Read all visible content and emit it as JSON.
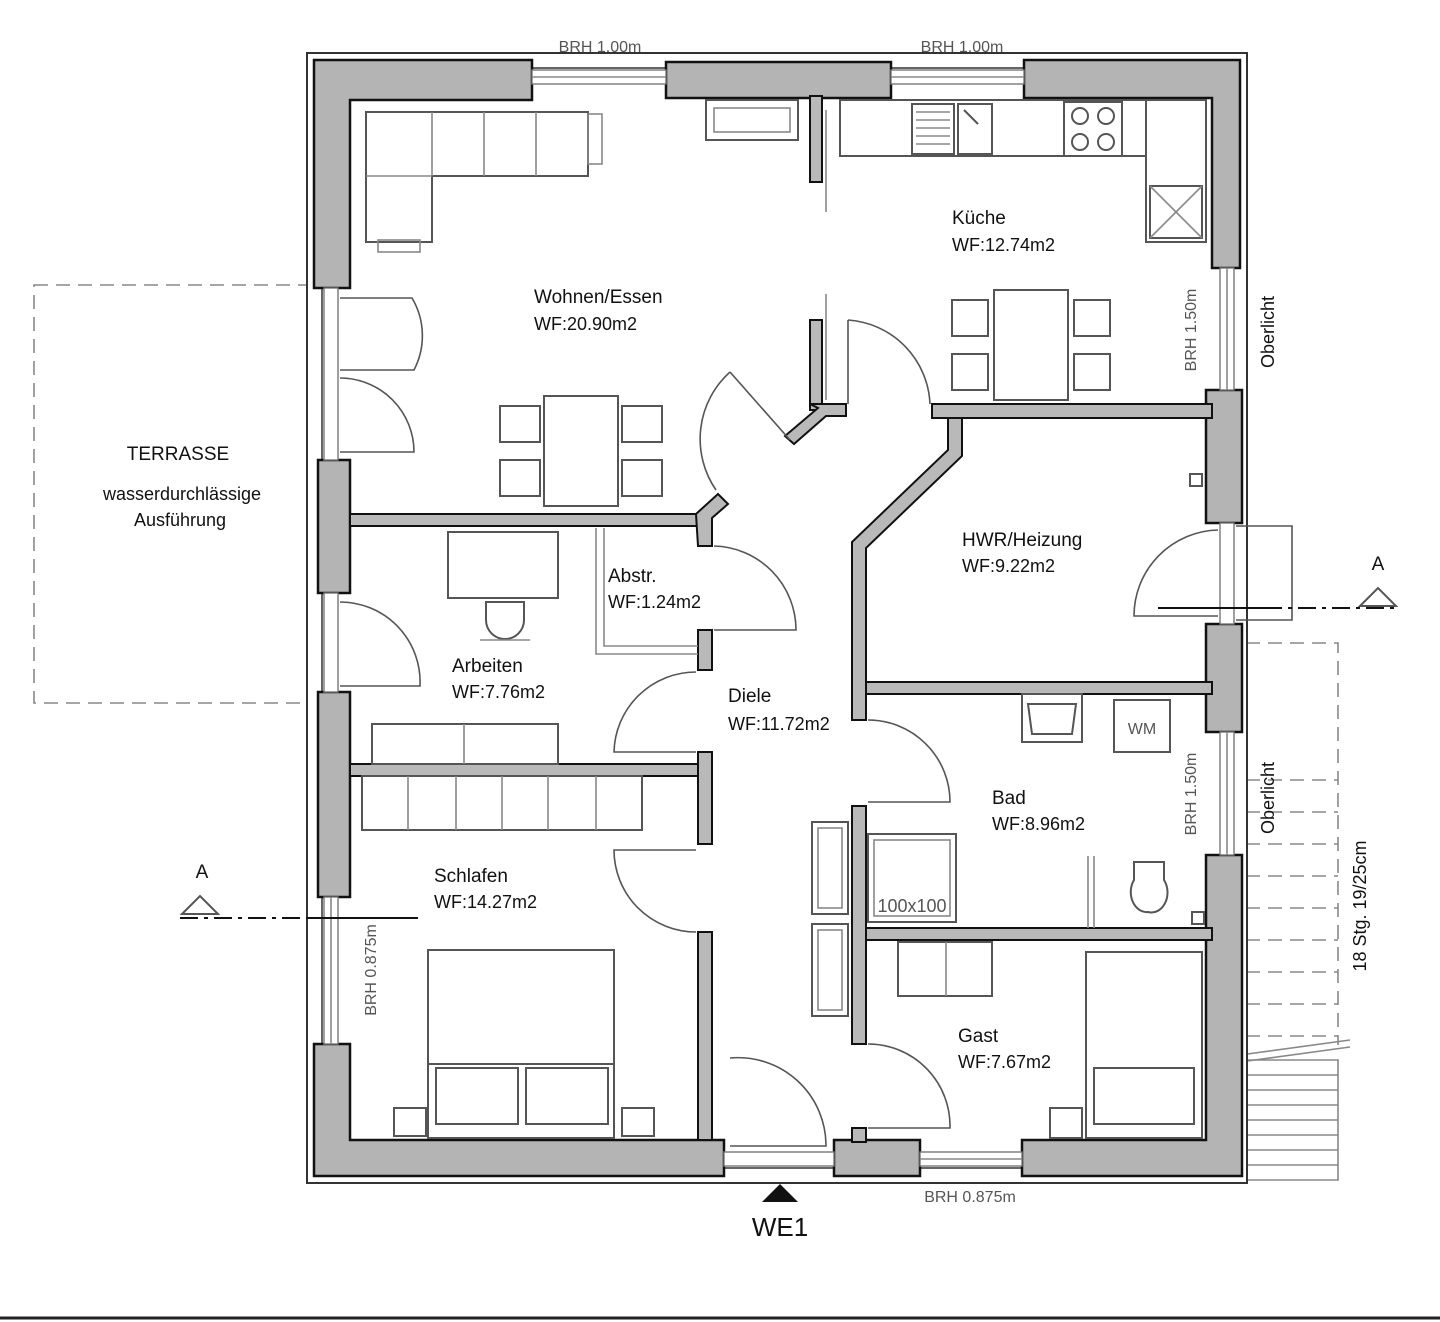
{
  "plan": {
    "rooms": [
      {
        "name": "Wohnen/Essen",
        "area": "WF:20.90m2"
      },
      {
        "name": "Küche",
        "area": "WF:12.74m2"
      },
      {
        "name": "HWR/Heizung",
        "area": "WF:9.22m2"
      },
      {
        "name": "Arbeiten",
        "area": "WF:7.76m2"
      },
      {
        "name": "Abstr.",
        "area": "WF:1.24m2"
      },
      {
        "name": "Diele",
        "area": "WF:11.72m2"
      },
      {
        "name": "Bad",
        "area": "WF:8.96m2"
      },
      {
        "name": "Schlafen",
        "area": "WF:14.27m2"
      },
      {
        "name": "Gast",
        "area": "WF:7.67m2"
      }
    ],
    "terrace": {
      "title": "TERRASSE",
      "line1": "wasserdurchlässige",
      "line2": "Ausführung"
    },
    "window_labels": {
      "top_left": "BRH 1.00m",
      "top_right": "BRH 1.00m",
      "right_upper": "BRH 1.50m",
      "right_lower": "BRH 1.50m",
      "left_lower": "BRH 0.875m",
      "bottom": "BRH 0.875m"
    },
    "oberlicht_upper": "Oberlicht",
    "oberlicht_lower": "Oberlicht",
    "stairs_label": "18 Stg. 19/25cm",
    "section_marker": "A",
    "entrance_label": "WE1",
    "shower_label": "100x100",
    "washer_label": "WM"
  }
}
